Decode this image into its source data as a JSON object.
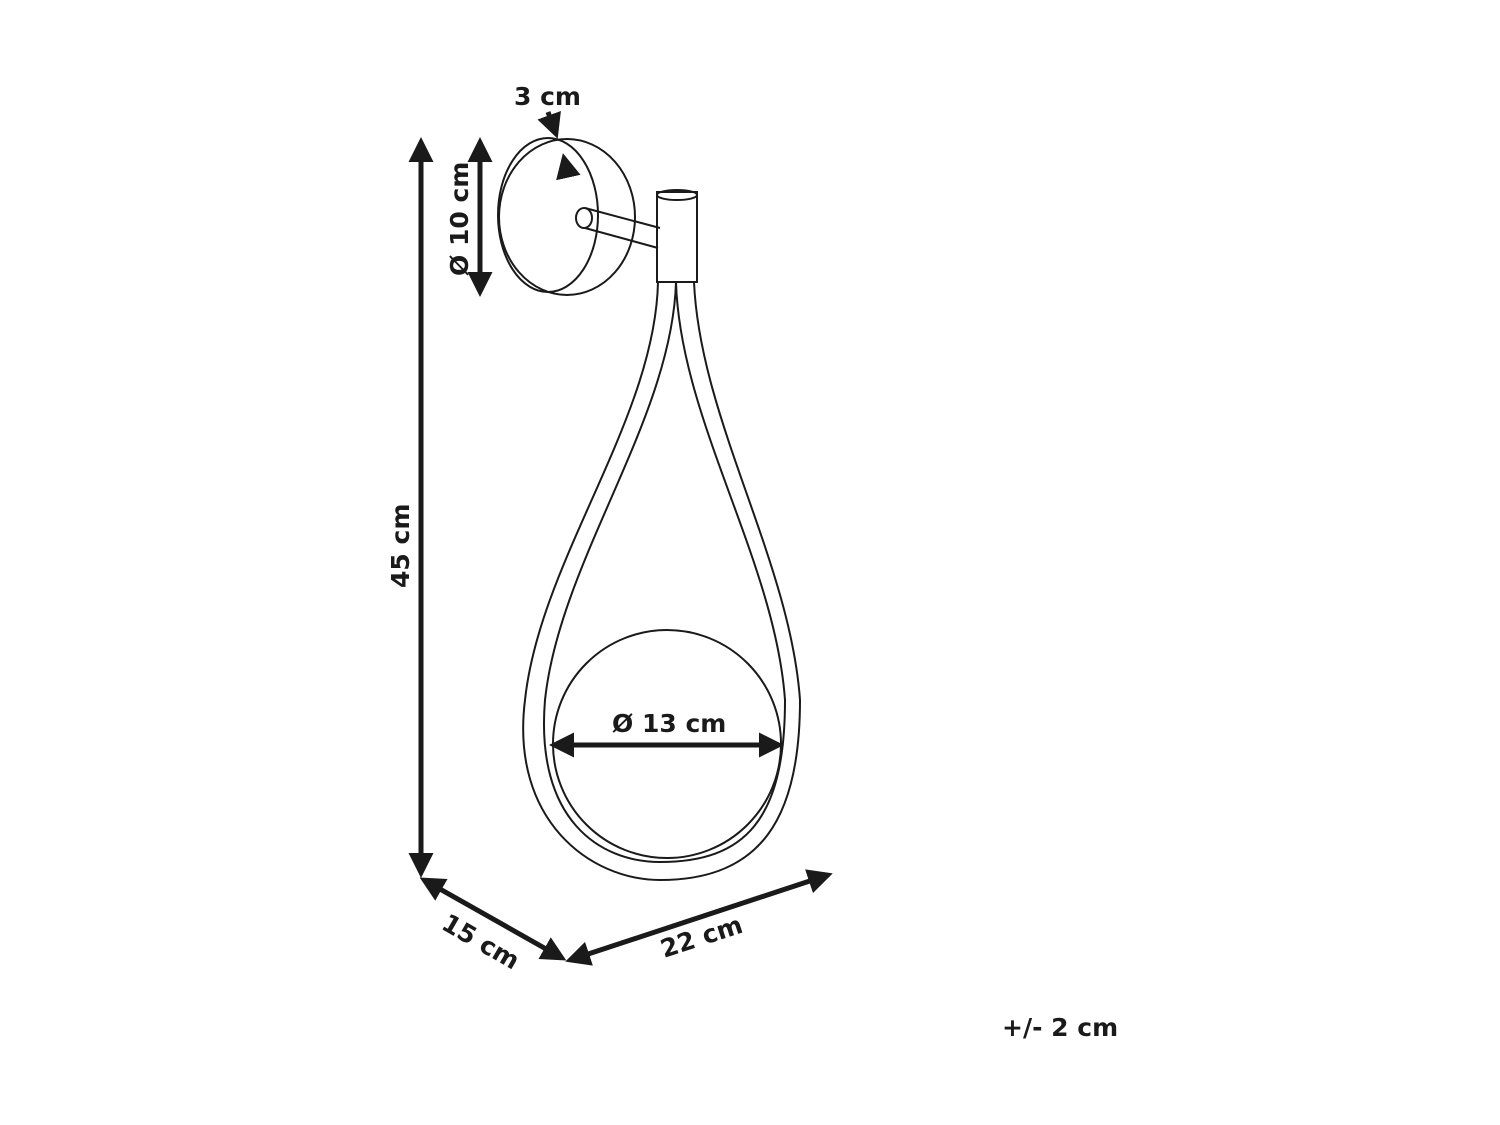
{
  "diagram": {
    "subject": "wall lamp",
    "dimensions": {
      "height": "45 cm",
      "depth": "15 cm",
      "width": "22 cm",
      "base_diameter": "Ø 10 cm",
      "base_thickness": "3 cm",
      "ring_diameter": "Ø 13 cm"
    },
    "tolerance": "+/- 2 cm",
    "colors": {
      "ink": "#1a1a1a",
      "background": "#ffffff"
    }
  }
}
